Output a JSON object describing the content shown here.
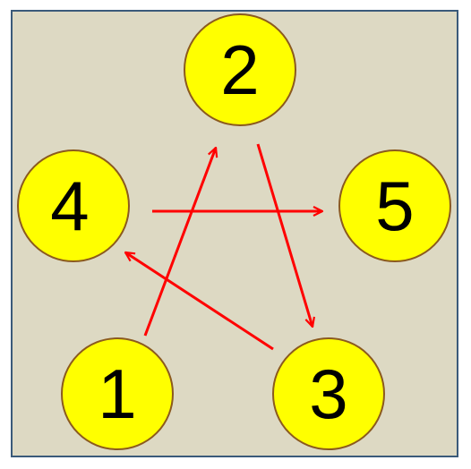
{
  "colors": {
    "panel_fill": "#ddd9c3",
    "panel_border": "#3b5a7a",
    "node_fill": "#ffff00",
    "node_border": "#8b5a1e",
    "arrow": "#ff0000"
  },
  "nodes": [
    {
      "id": "2",
      "label": "2"
    },
    {
      "id": "4",
      "label": "4"
    },
    {
      "id": "5",
      "label": "5"
    },
    {
      "id": "1",
      "label": "1"
    },
    {
      "id": "3",
      "label": "3"
    }
  ],
  "edges": [
    {
      "from": "1",
      "to": "2"
    },
    {
      "from": "2",
      "to": "3"
    },
    {
      "from": "3",
      "to": "4"
    },
    {
      "from": "4",
      "to": "5"
    }
  ]
}
